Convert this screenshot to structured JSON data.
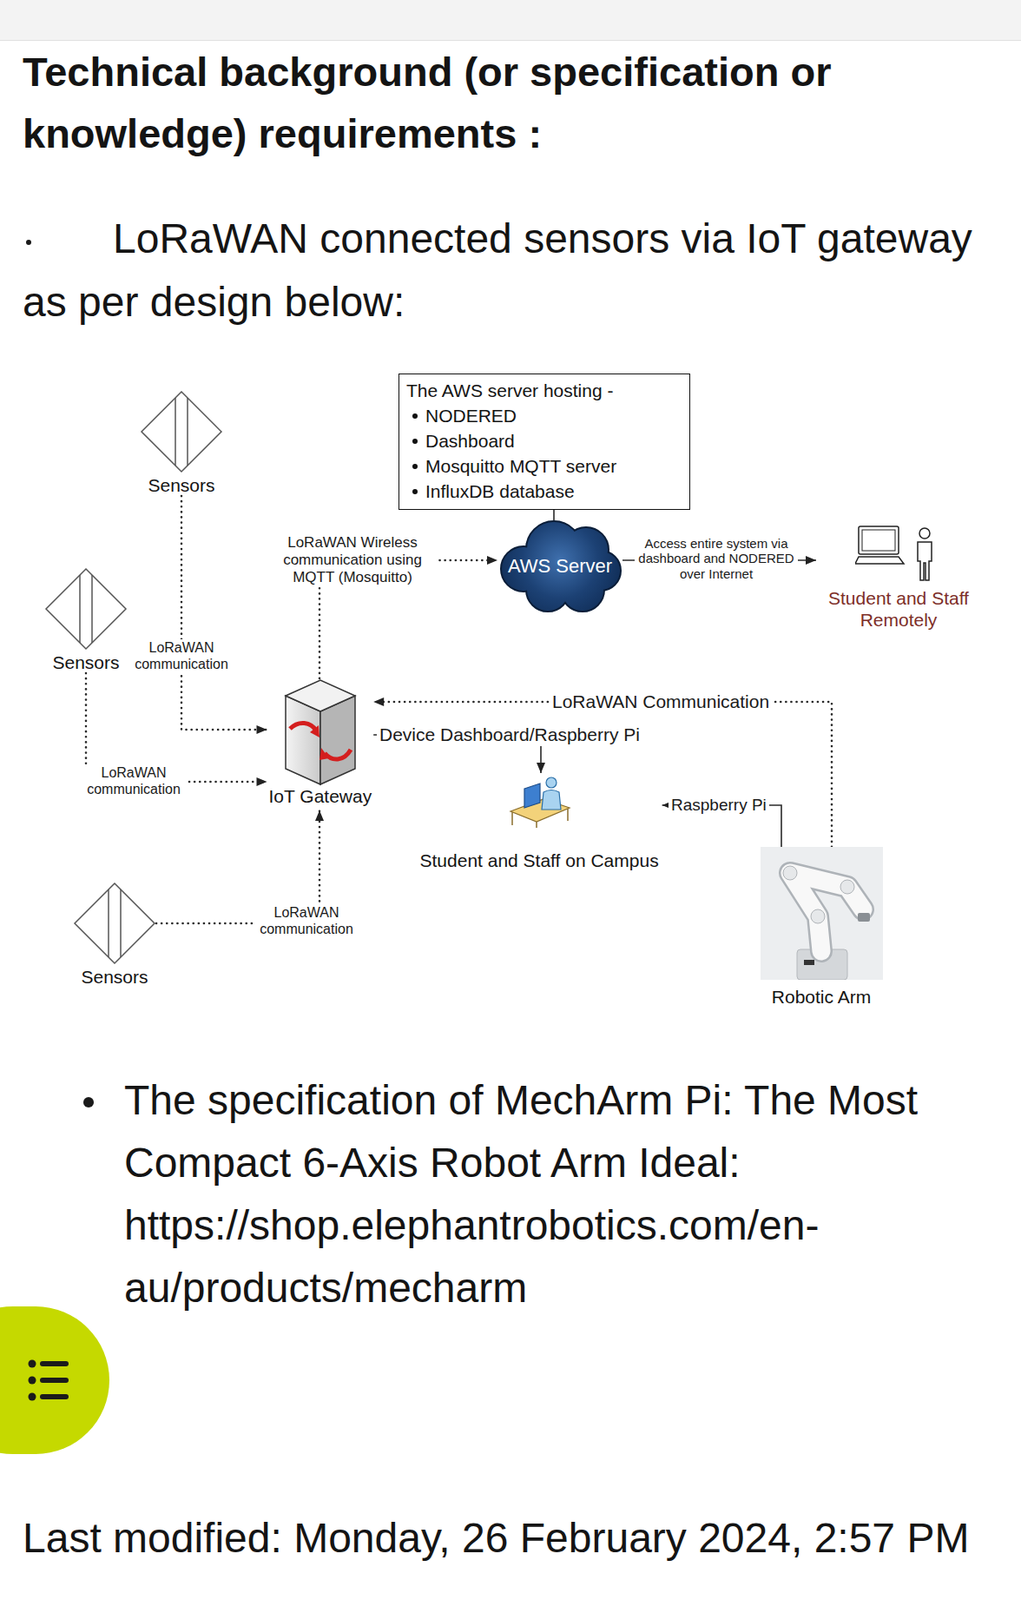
{
  "diagram": {
    "title": "Technical background (or specification or knowledge) requirements :",
    "nodes": [
      {
        "text": [
          "The AWS server hosting -",
          "NODERED",
          "Dashboard",
          "Mosquitto MQTT server",
          "InfluxDB database"
        ]
      },
      {
        "text": [
          "Sensors"
        ]
      },
      {
        "text": [
          "AWS Server"
        ]
      },
      {
        "text": [
          "Student and Staff Remotely"
        ]
      },
      {
        "text": [
          "Sensors"
        ]
      },
      {
        "text": [
          "IoT Gateway"
        ]
      },
      {
        "text": [
          "Student and Staff on Campus"
        ]
      },
      {
        "text": [
          "Robotic Arm"
        ]
      },
      {
        "text": [
          "Sensors"
        ]
      }
    ],
    "edges": [
      {
        "from": 0,
        "to": 2,
        "arrow": "none"
      },
      {
        "from": 1,
        "to": 5,
        "label": "LoRaWAN communication",
        "arrow": "to"
      },
      {
        "from": 4,
        "to": 5,
        "label": "LoRaWAN communication",
        "arrow": "to"
      },
      {
        "from": 8,
        "to": 5,
        "label": "LoRaWAN communication",
        "arrow": "to"
      },
      {
        "from": 5,
        "to": 2,
        "label": "LoRaWAN Wireless communication using MQTT (Mosquitto)",
        "arrow": "to"
      },
      {
        "from": 2,
        "to": 3,
        "label": "Access entire system via dashboard and NODERED over Internet",
        "arrow": "to"
      },
      {
        "from": 7,
        "to": 5,
        "label": "LoRaWAN Communication",
        "arrow": "to"
      },
      {
        "from": 5,
        "to": 6,
        "label": "Device Dashboard/Raspberry Pi",
        "arrow": "to"
      },
      {
        "from": 7,
        "to": 6,
        "label": "Raspberry Pi",
        "arrow": "to"
      }
    ],
    "labels": [
      "LoRaWAN connected sensors via IoT gateway as per design below:",
      "The specification of MechArm Pi: The Most Compact 6-Axis Robot Arm Ideal:",
      "https://shop.elephantrobotics.com/en-au/products/mecharm",
      "Last modified: Monday, 26 February 2024, 2:57 PM"
    ]
  }
}
